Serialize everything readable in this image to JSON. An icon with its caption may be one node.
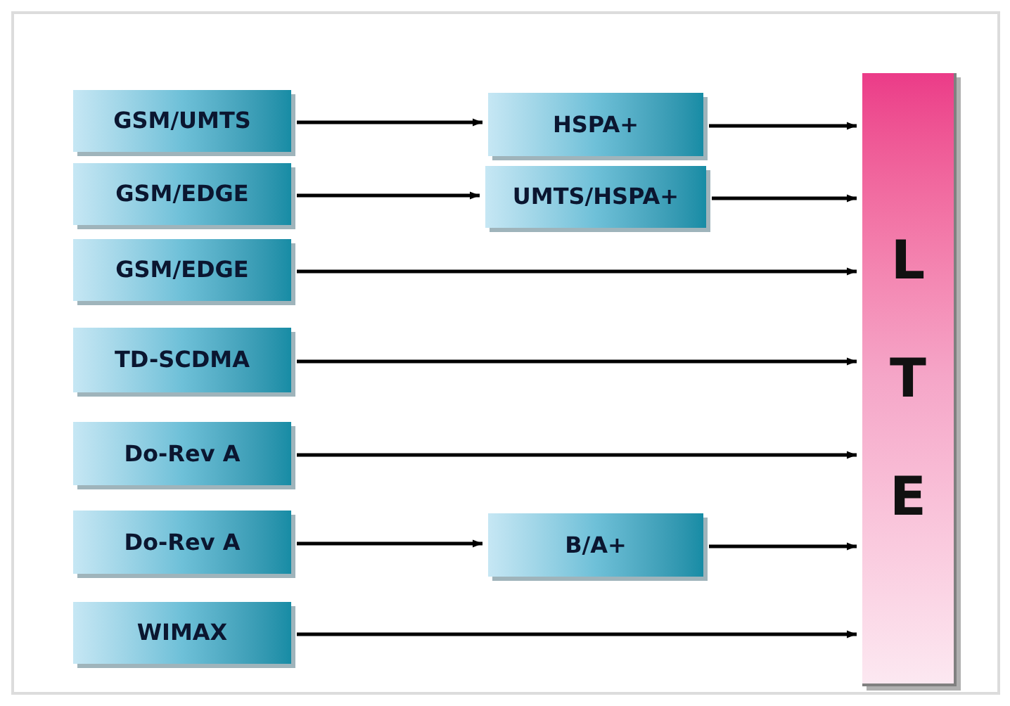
{
  "diagram": {
    "nodes": [
      {
        "text": [
          "GSM/UMTS"
        ]
      },
      {
        "text": [
          "HSPA+"
        ]
      },
      {
        "text": [
          "GSM/EDGE"
        ]
      },
      {
        "text": [
          "UMTS/HSPA+"
        ]
      },
      {
        "text": [
          "GSM/EDGE"
        ]
      },
      {
        "text": [
          "TD-SCDMA"
        ]
      },
      {
        "text": [
          "Do-Rev A"
        ]
      },
      {
        "text": [
          "Do-Rev A"
        ]
      },
      {
        "text": [
          "B/A+"
        ]
      },
      {
        "text": [
          "WIMAX"
        ]
      },
      {
        "text": [
          "LTE"
        ]
      }
    ],
    "edges": [
      {
        "from": 0,
        "to": 1,
        "arrow": "to"
      },
      {
        "from": 1,
        "to": 10,
        "arrow": "to"
      },
      {
        "from": 2,
        "to": 3,
        "arrow": "to"
      },
      {
        "from": 3,
        "to": 10,
        "arrow": "to"
      },
      {
        "from": 4,
        "to": 10,
        "arrow": "to"
      },
      {
        "from": 5,
        "to": 10,
        "arrow": "to"
      },
      {
        "from": 6,
        "to": 10,
        "arrow": "to"
      },
      {
        "from": 7,
        "to": 8,
        "arrow": "to"
      },
      {
        "from": 8,
        "to": 10,
        "arrow": "to"
      },
      {
        "from": 9,
        "to": 10,
        "arrow": "to"
      }
    ]
  }
}
